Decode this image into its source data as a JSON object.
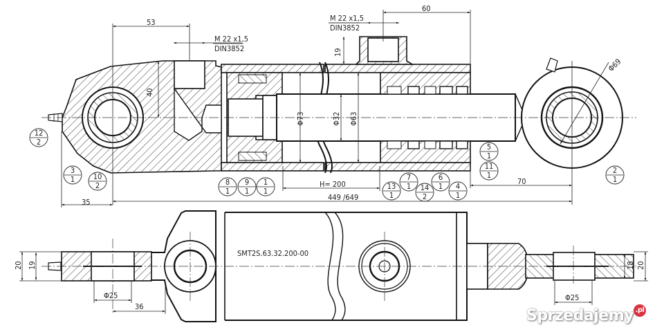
{
  "drawing": {
    "part_number": "SMT2S.63.32.200-00",
    "section_view": {
      "dimensions": {
        "d53": "53",
        "d60": "60",
        "d40": "40",
        "d19_port": "19",
        "d35": "35",
        "d70": "70",
        "stroke": "H= 200",
        "length": "449 /649",
        "bore_tube": "Φ73",
        "rod": "Φ32",
        "bore": "Φ63",
        "eye": "Φ69"
      },
      "ports": [
        {
          "thread": "M 22 x1,5",
          "standard": "DIN3852"
        },
        {
          "thread": "M 22 x1,5",
          "standard": "DIN3852"
        }
      ],
      "callouts": [
        {
          "num": "12",
          "qty": "2"
        },
        {
          "num": "3",
          "qty": "1"
        },
        {
          "num": "10",
          "qty": "2"
        },
        {
          "num": "8",
          "qty": "1"
        },
        {
          "num": "9",
          "qty": "1"
        },
        {
          "num": "1",
          "qty": "1"
        },
        {
          "num": "13",
          "qty": "1"
        },
        {
          "num": "7",
          "qty": "1"
        },
        {
          "num": "14",
          "qty": "2"
        },
        {
          "num": "6",
          "qty": "1"
        },
        {
          "num": "4",
          "qty": "1"
        },
        {
          "num": "5",
          "qty": "1"
        },
        {
          "num": "11",
          "qty": "1"
        },
        {
          "num": "2",
          "qty": "1"
        }
      ]
    },
    "plan_view": {
      "dimensions": {
        "left_w20": "20",
        "left_w19": "19",
        "left_pin": "Φ25",
        "left_36": "36",
        "right_w18": "18",
        "right_w20": "20",
        "right_pin": "Φ25"
      }
    }
  },
  "watermark": {
    "text": "Sprzedajemy",
    "badge": ".pl"
  }
}
